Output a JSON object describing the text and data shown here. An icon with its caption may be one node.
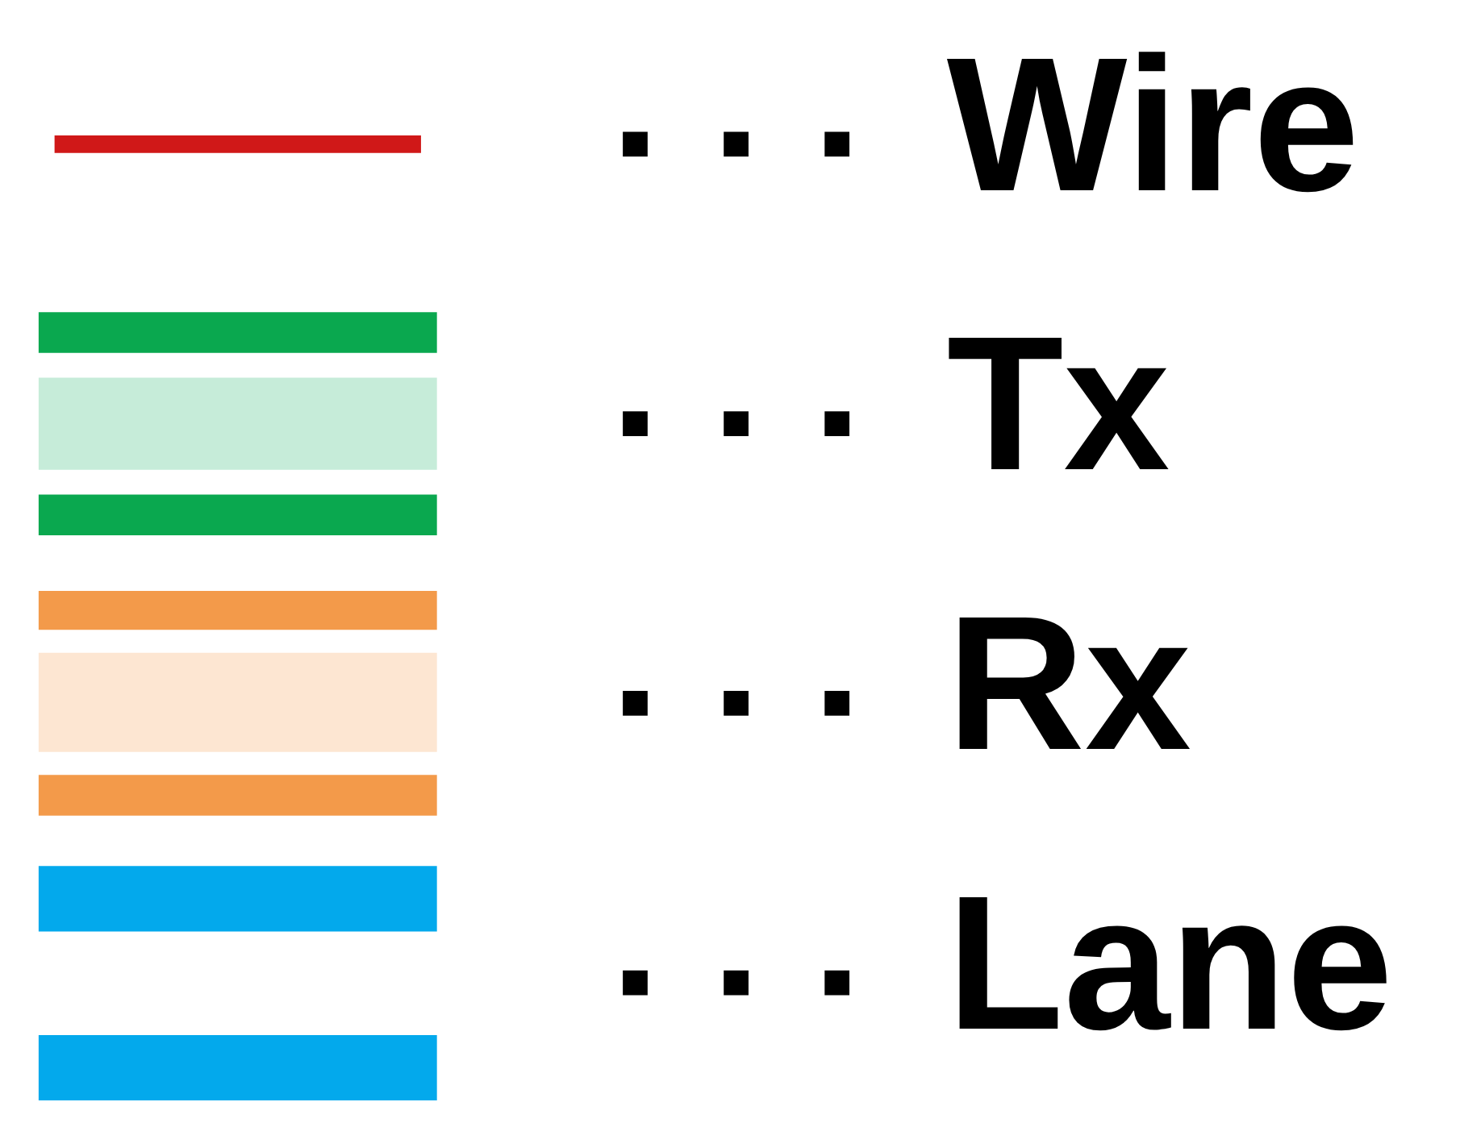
{
  "diagram": {
    "legend": [
      {
        "text": "Wire"
      },
      {
        "text": "Tx"
      },
      {
        "text": "Rx"
      },
      {
        "text": "Lane"
      }
    ]
  }
}
